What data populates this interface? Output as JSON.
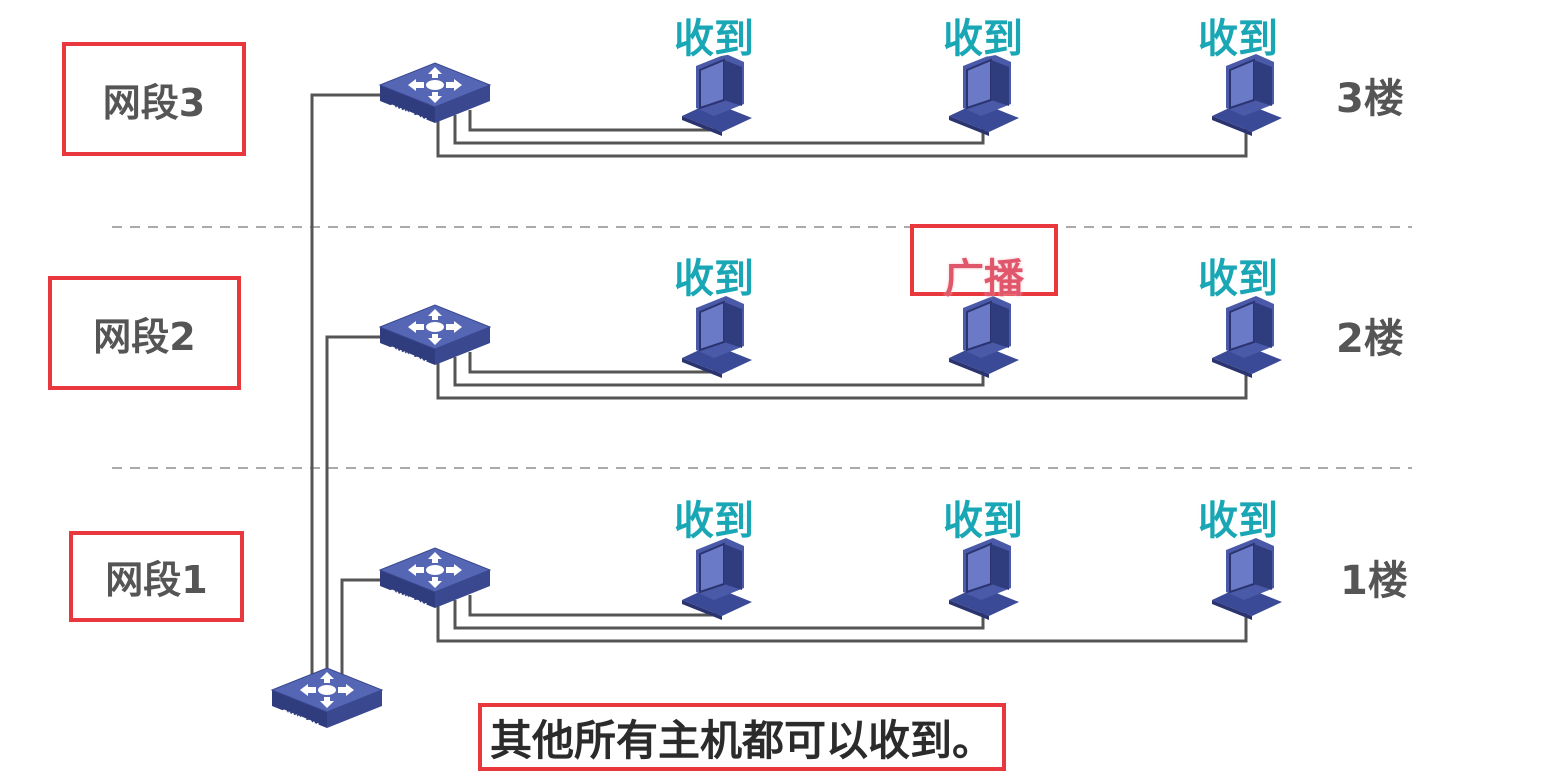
{
  "segments": [
    {
      "label": "网段3",
      "floor": "3楼",
      "pcs": [
        "收到",
        "收到",
        "收到"
      ]
    },
    {
      "label": "网段2",
      "floor": "2楼",
      "pcs": [
        "收到",
        "广播",
        "收到"
      ]
    },
    {
      "label": "网段1",
      "floor": "1楼",
      "pcs": [
        "收到",
        "收到",
        "收到"
      ]
    }
  ],
  "switch_text": "SWITCH",
  "caption": "其他所有主机都可以收到。",
  "colors": {
    "highlight_border": "#e8383d",
    "received": "#1aa7b5",
    "broadcast": "#e0566a",
    "switch": "#4a5aa8"
  }
}
